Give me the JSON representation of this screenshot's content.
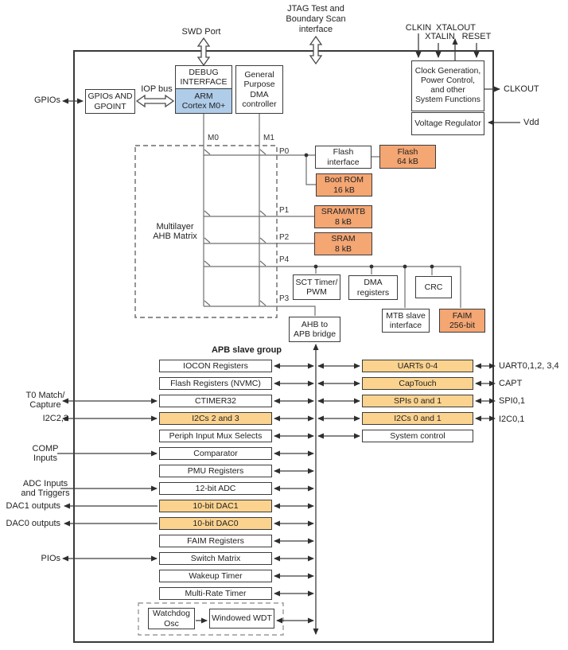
{
  "colors": {
    "orange": "#F4A673",
    "yellow": "#FBD38F",
    "blue": "#AFCCE9"
  },
  "top_labels": {
    "swd_port": "SWD Port",
    "jtag": "JTAG Test and\nBoundary Scan\ninterface",
    "clkin": "CLKIN",
    "xtalin": "XTALIN",
    "xtalout": "XTALOUT",
    "reset": "RESET",
    "clkout": "CLKOUT",
    "vdd": "Vdd",
    "gpios": "GPIOs",
    "iop_bus": "IOP bus"
  },
  "blocks": {
    "gpio_block": "GPIOs AND\nGPOINT",
    "debug_interface": "DEBUG\nINTERFACE",
    "arm_core": "ARM\nCortex M0+",
    "dma_controller": "General\nPurpose\nDMA\ncontroller",
    "clock_gen": "Clock Generation,\nPower Control,\nand other\nSystem Functions",
    "voltage_regulator": "Voltage Regulator",
    "matrix": "Multilayer\nAHB Matrix",
    "flash_interface": "Flash\ninterface",
    "flash_64kb": "Flash\n64 kB",
    "boot_rom": "Boot ROM\n16 kB",
    "sram_mtb": "SRAM/MTB\n8 kB",
    "sram": "SRAM\n8 kB",
    "sct_timer": "SCT Timer/\nPWM",
    "dma_registers": "DMA\nregisters",
    "crc": "CRC",
    "mtb_slave": "MTB slave\ninterface",
    "faim": "FAIM\n256-bit",
    "ahb_apb_bridge": "AHB to\nAPB bridge",
    "watchdog_osc": "Watchdog\nOsc",
    "windowed_wdt": "Windowed WDT"
  },
  "matrix_ports": {
    "m0": "M0",
    "m1": "M1",
    "p0": "P0",
    "p1": "P1",
    "p2": "P2",
    "p3": "P3",
    "p4": "P4"
  },
  "apb": {
    "title": "APB slave group",
    "left_rows": [
      {
        "label": "IOCON Registers",
        "highlight": false
      },
      {
        "label": "Flash Registers (NVMC)",
        "highlight": false
      },
      {
        "label": "CTIMER32",
        "highlight": false
      },
      {
        "label": "I2Cs 2 and 3",
        "highlight": true
      },
      {
        "label": "Periph Input Mux Selects",
        "highlight": false
      },
      {
        "label": "Comparator",
        "highlight": false
      },
      {
        "label": "PMU Registers",
        "highlight": false
      },
      {
        "label": "12-bit ADC",
        "highlight": false
      },
      {
        "label": "10-bit DAC1",
        "highlight": true
      },
      {
        "label": "10-bit DAC0",
        "highlight": true
      },
      {
        "label": "FAIM Registers",
        "highlight": false
      },
      {
        "label": "Switch Matrix",
        "highlight": false
      },
      {
        "label": "Wakeup Timer",
        "highlight": false
      },
      {
        "label": "Multi-Rate Timer",
        "highlight": false
      }
    ],
    "right_rows": [
      {
        "label": "UARTs 0-4",
        "highlight": true
      },
      {
        "label": "CapTouch",
        "highlight": true
      },
      {
        "label": "SPIs 0 and 1",
        "highlight": true
      },
      {
        "label": "I2Cs 0 and 1",
        "highlight": true
      },
      {
        "label": "System control",
        "highlight": false
      }
    ]
  },
  "io_labels": {
    "t0_match": "T0 Match/\nCapture",
    "i2c23": "I2C2,3",
    "comp_inputs": "COMP\nInputs",
    "adc_inputs": "ADC Inputs\nand Triggers",
    "dac1_outputs": "DAC1 outputs",
    "dac0_outputs": "DAC0 outputs",
    "pios": "PIOs",
    "uart": "UART0,1,2, 3,4",
    "capt": "CAPT",
    "spi": "SPI0,1",
    "i2c01": "I2C0,1"
  }
}
